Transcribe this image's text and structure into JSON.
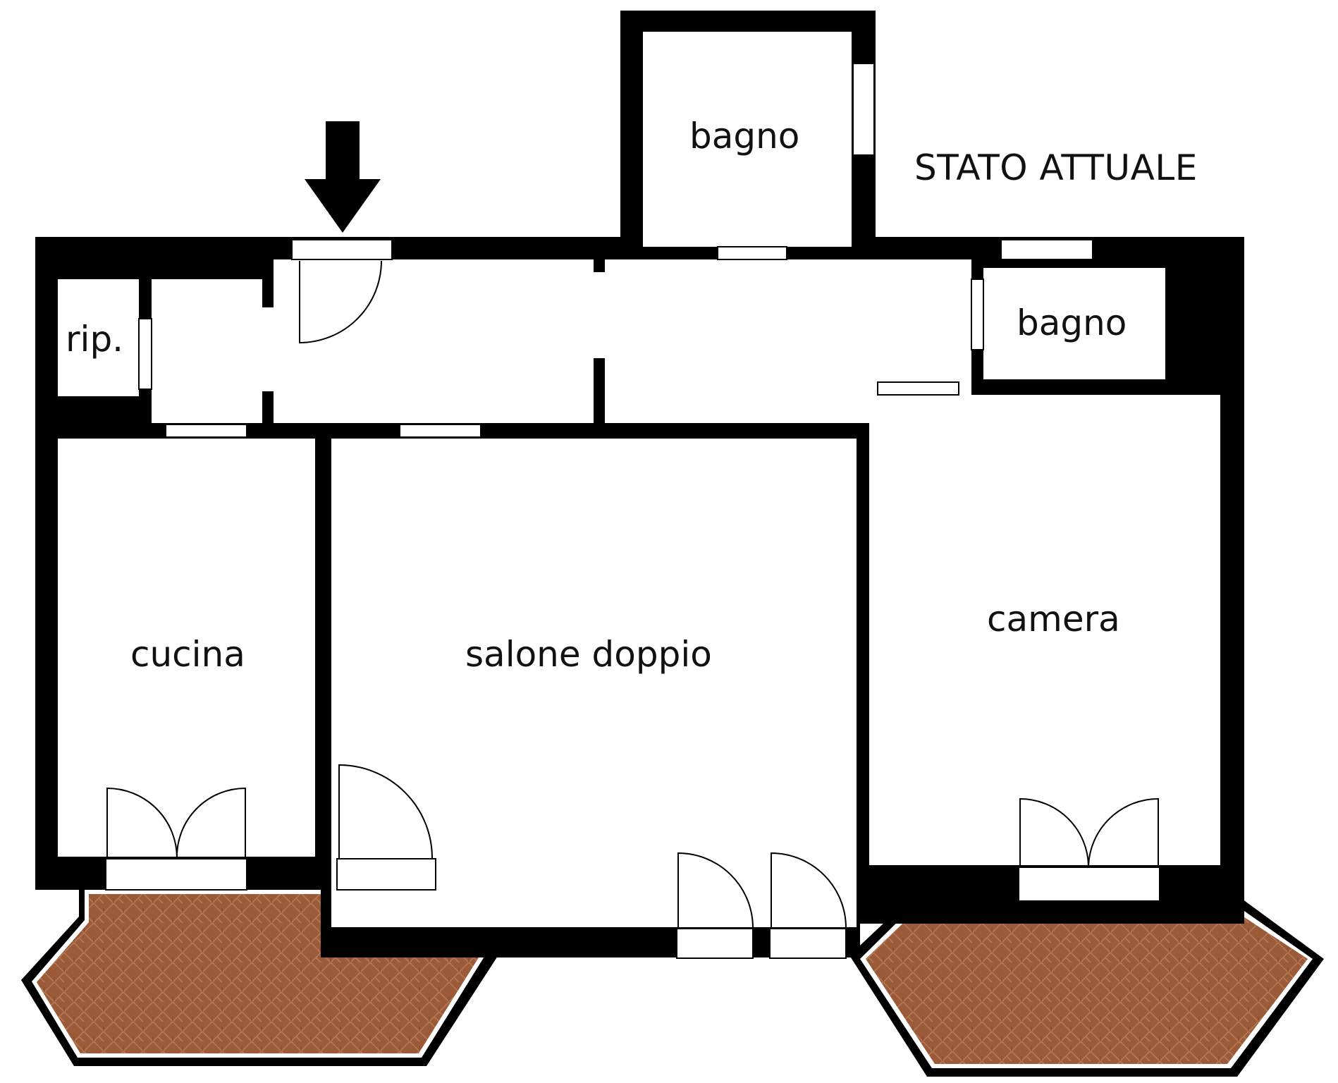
{
  "title": "STATO ATTUALE",
  "rooms": {
    "bagno_top": "bagno",
    "bagno_right": "bagno",
    "rip": "rip.",
    "cucina": "cucina",
    "salone": "salone doppio",
    "camera": "camera"
  },
  "colors": {
    "wall": "#000000",
    "floor": "#ffffff",
    "terrace": "#9b5a38",
    "terrace_seam": "#b77a55",
    "text": "#111111"
  },
  "icons": {
    "entrance_arrow": "arrow-down-icon"
  }
}
